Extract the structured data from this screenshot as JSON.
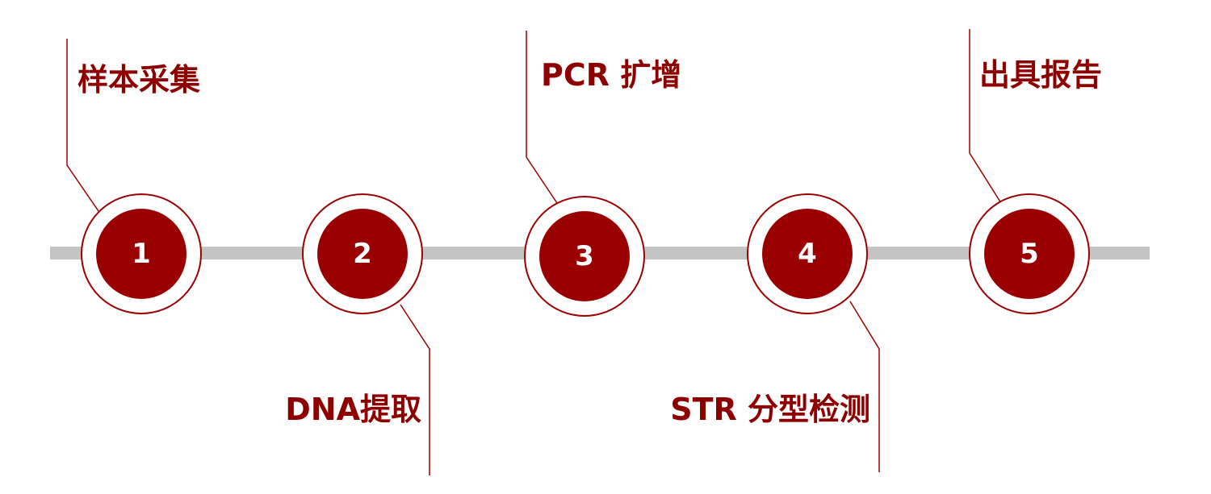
{
  "colors": {
    "accent": "#9b0000",
    "track": "#c4c4c4",
    "text": "#8e0000"
  },
  "steps": [
    {
      "number": "1",
      "label": "样本采集"
    },
    {
      "number": "2",
      "label": "DNA提取"
    },
    {
      "number": "3",
      "label": "PCR 扩增"
    },
    {
      "number": "4",
      "label": "STR 分型检测"
    },
    {
      "number": "5",
      "label": "出具报告"
    }
  ]
}
